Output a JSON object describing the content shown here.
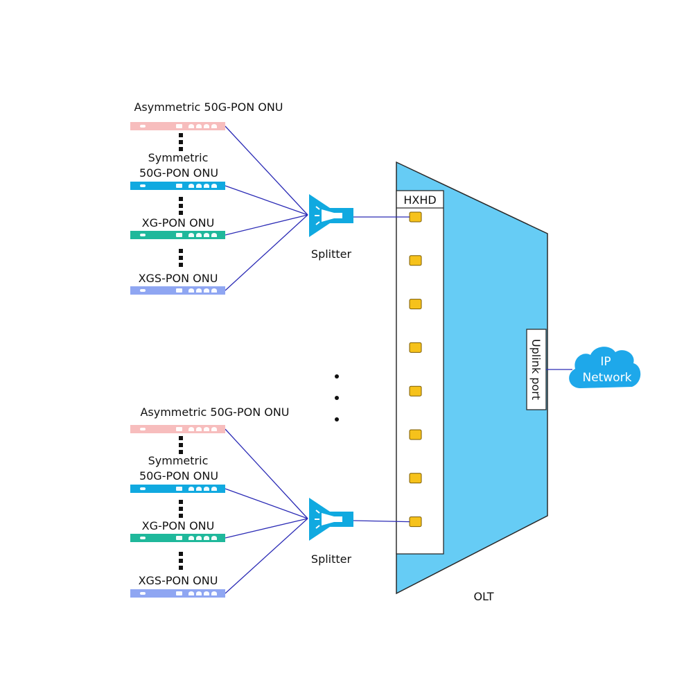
{
  "groups": [
    {
      "onus": [
        {
          "label": "Asymmetric 50G-PON ONU",
          "color": "#f7bdbd"
        },
        {
          "label": "Symmetric\n50G-PON ONU",
          "color": "#10a9e0"
        },
        {
          "label": "XG-PON ONU",
          "color": "#1fb89b"
        },
        {
          "label": "XGS-PON ONU",
          "color": "#8fa6f2"
        }
      ],
      "splitter_label": "Splitter"
    },
    {
      "onus": [
        {
          "label": "Asymmetric 50G-PON ONU",
          "color": "#f7bdbd"
        },
        {
          "label": "Symmetric\n50G-PON ONU",
          "color": "#10a9e0"
        },
        {
          "label": "XG-PON ONU",
          "color": "#1fb89b"
        },
        {
          "label": "XGS-PON ONU",
          "color": "#8fa6f2"
        }
      ],
      "splitter_label": "Splitter"
    }
  ],
  "olt": {
    "label": "OLT",
    "board_label": "HXHD",
    "port_count": 8,
    "uplink_label": "Uplink port",
    "fill_color": "#66ccf5",
    "port_color": "#f6c21b"
  },
  "cloud": {
    "line1": "IP",
    "line2": "Network",
    "color": "#1ea8ea"
  },
  "link_color": "#2a2ab5"
}
